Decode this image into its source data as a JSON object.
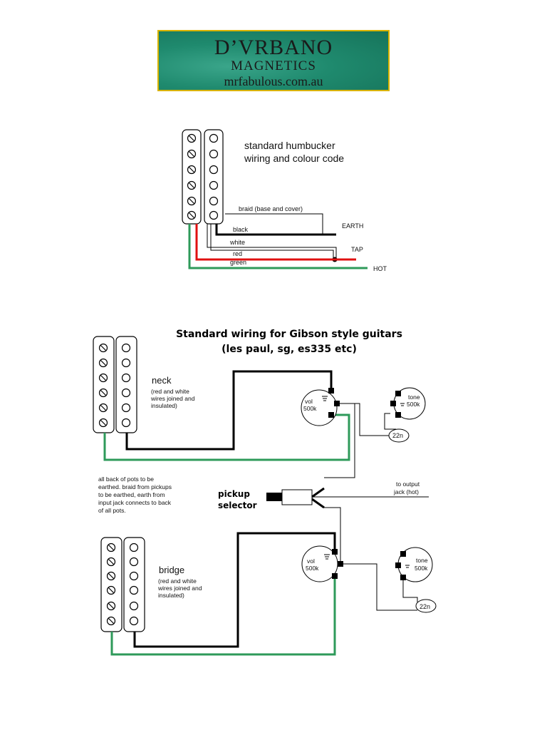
{
  "logo": {
    "brand": "D’VRBANO",
    "sub": "MAGNETICS",
    "url": "mrfabulous.com.au"
  },
  "humbucker": {
    "title_line1": "standard humbucker",
    "title_line2": "wiring and colour code",
    "braid": "braid (base and cover)",
    "earth": "EARTH",
    "black": "black",
    "white": "white",
    "tap": "TAP",
    "red": "red",
    "green": "green",
    "hot": "HOT"
  },
  "gibson": {
    "title_line1": "Standard wiring for Gibson style guitars",
    "title_line2": "(les paul, sg, es335 etc)",
    "neck": "neck",
    "neck_note1": "(red and white",
    "neck_note2": "wires joined and",
    "neck_note3": "insulated)",
    "bridge": "bridge",
    "bridge_note1": "(red and white",
    "bridge_note2": "wires joined and",
    "bridge_note3": "insulated)",
    "ground_note1": "all back of pots to be",
    "ground_note2": "earthed. braid from pickups",
    "ground_note3": "to be earthed, earth from",
    "ground_note4": "input jack connects to back",
    "ground_note5": "of all pots.",
    "selector1": "pickup",
    "selector2": "selector",
    "output1": "to output",
    "output2": "jack (hot)",
    "vol": "vol",
    "vol_value": "500k",
    "tone": "tone",
    "tone_value": "500k",
    "cap": "22n"
  },
  "colors": {
    "red": "#e01010",
    "green": "#2e9a5a",
    "black": "#000000",
    "gold": "#d9b300"
  }
}
